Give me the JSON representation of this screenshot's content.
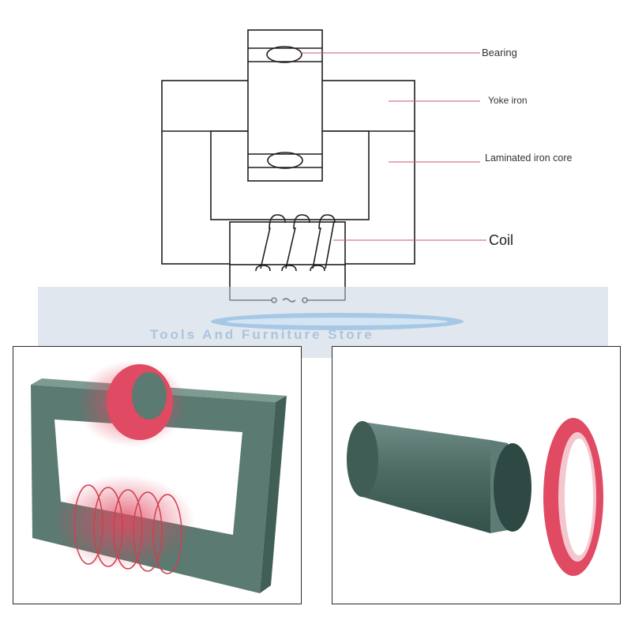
{
  "labels": {
    "bearing": "Bearing",
    "yoke_iron": "Yoke iron",
    "laminated_core": "Laminated iron core",
    "coil": "Coil"
  },
  "watermark": {
    "text": "Tools And Furniture Store"
  },
  "colors": {
    "outline": "#1e1e1e",
    "leader_line": "#c85a6a",
    "iron": "#5a7a72",
    "magnet_red": "#e04a62",
    "watermark_band": "#c8d4e1"
  }
}
